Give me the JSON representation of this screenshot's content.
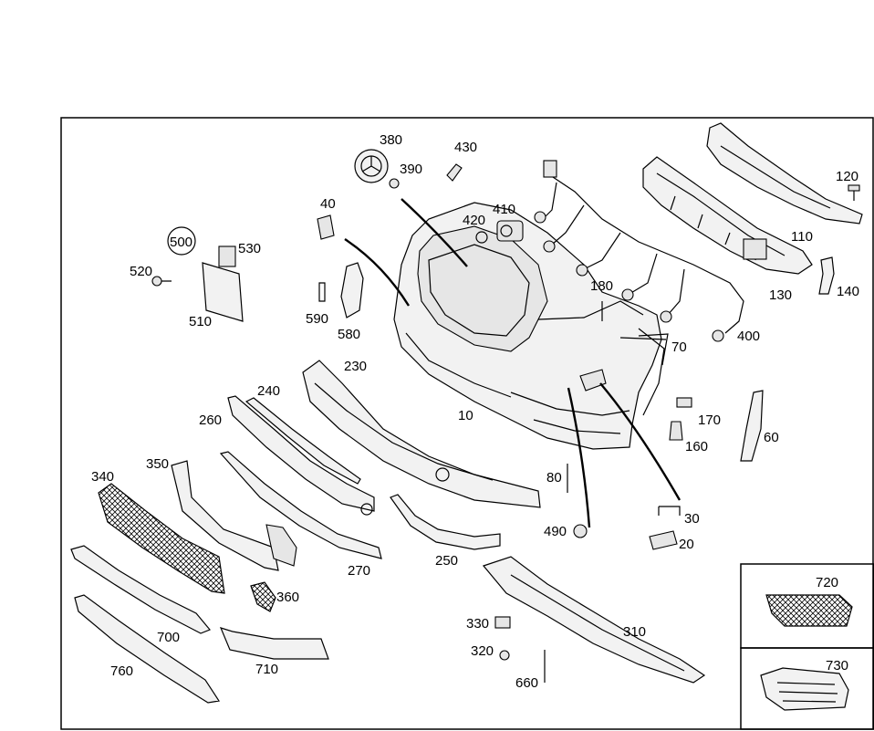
{
  "diagram": {
    "labels": {
      "p10": "10",
      "p20": "20",
      "p30": "30",
      "p40": "40",
      "p60": "60",
      "p70": "70",
      "p80": "80",
      "p110": "110",
      "p120": "120",
      "p130": "130",
      "p140": "140",
      "p160": "160",
      "p170": "170",
      "p180": "180",
      "p230": "230",
      "p240": "240",
      "p250": "250",
      "p260": "260",
      "p270": "270",
      "p310": "310",
      "p320": "320",
      "p330": "330",
      "p340": "340",
      "p350": "350",
      "p360": "360",
      "p380": "380",
      "p390": "390",
      "p400": "400",
      "p410": "410",
      "p420": "420",
      "p430": "430",
      "p490": "490",
      "p500": "500",
      "p510": "510",
      "p520": "520",
      "p530": "530",
      "p580": "580",
      "p590": "590",
      "p660": "660",
      "p700": "700",
      "p710": "710",
      "p720": "720",
      "p730": "730",
      "p760": "760"
    }
  }
}
